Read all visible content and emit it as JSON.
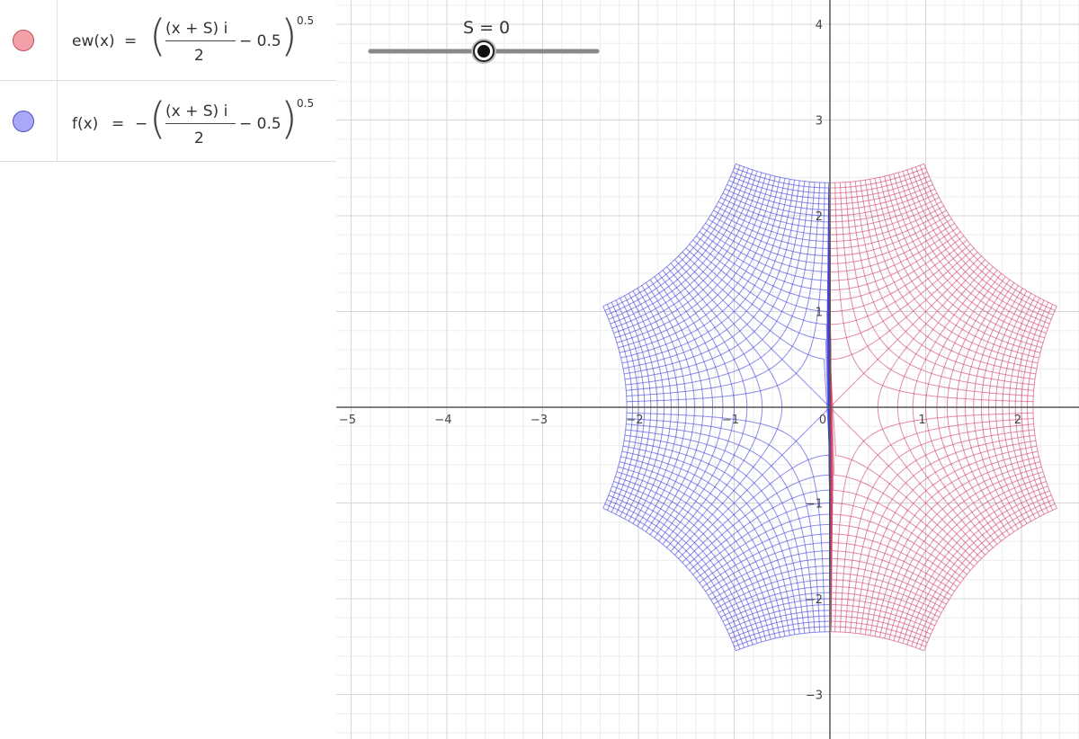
{
  "algebra": {
    "rows": [
      {
        "name": "ew",
        "lhs": "ew(x)",
        "eq": "=",
        "sign": "",
        "num": "(x + S) i",
        "den": "2",
        "tail": "− 0.5",
        "exp": "0.5",
        "color": "#f4a0a8",
        "stroke": "#c0505e"
      },
      {
        "name": "f",
        "lhs": "f(x)",
        "eq": "=",
        "sign": "−",
        "num": "(x + S) i",
        "den": "2",
        "tail": "− 0.5",
        "exp": "0.5",
        "color": "#a8a8f8",
        "stroke": "#5050c0"
      }
    ]
  },
  "slider": {
    "label": "S = 0",
    "value": 0
  },
  "axes": {
    "x_ticks": [
      "-5",
      "-4",
      "-3",
      "-2",
      "-1",
      "0",
      "1",
      "2"
    ],
    "y_ticks": [
      "4",
      "3",
      "2",
      "1",
      "-1",
      "-2",
      "-3"
    ]
  },
  "curves": {
    "ew_color": "#d0406a",
    "f_color": "#4040e0"
  }
}
